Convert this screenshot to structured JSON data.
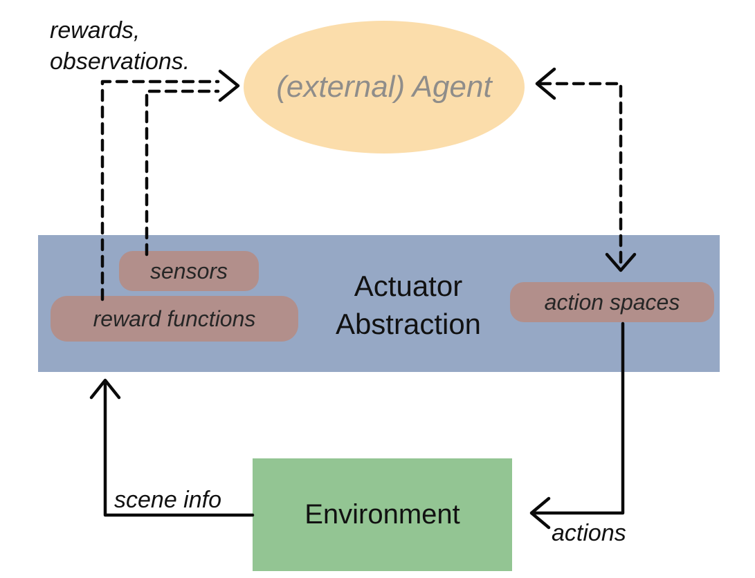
{
  "diagram": {
    "inputs_label": {
      "line1": "rewards,",
      "line2": "observations."
    },
    "agent": {
      "label": "(external) Agent"
    },
    "band": {
      "line1": "Actuator",
      "line2": "Abstraction"
    },
    "pills": {
      "sensors": "sensors",
      "reward_functions": "reward functions",
      "action_spaces": "action spaces"
    },
    "environment": {
      "label": "Environment"
    },
    "edge_labels": {
      "scene_info": "scene info",
      "actions": "actions"
    }
  },
  "colors": {
    "agent_fill": "#fbddab",
    "agent_text": "#8f8d8a",
    "band_fill": "#96a8c5",
    "pill_fill": "#b28f8b",
    "pill_text": "#262626",
    "env_fill": "#93c593",
    "line": "#0a0a0a",
    "text": "#111111",
    "background": "#ffffff"
  }
}
